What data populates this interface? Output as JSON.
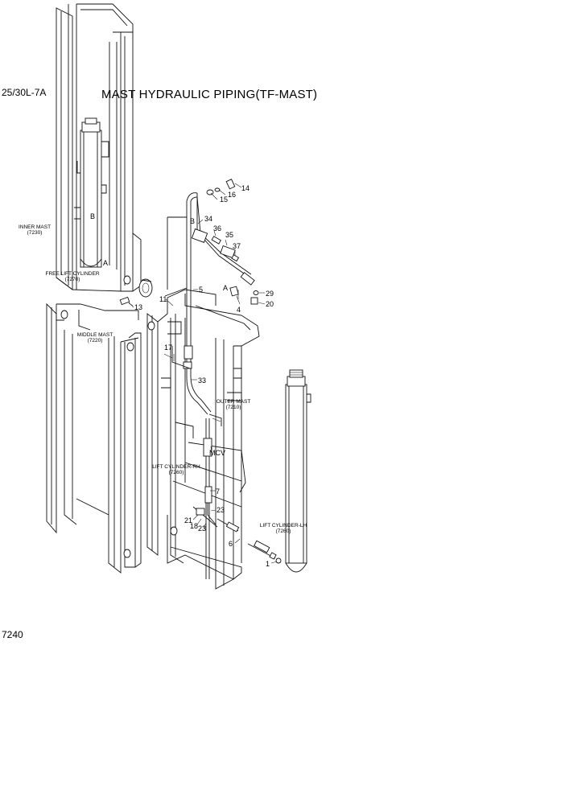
{
  "header": {
    "model": "25/30L-7A",
    "title": "MAST HYDRAULIC PIPING(TF-MAST)"
  },
  "footer": {
    "code": "7240"
  },
  "part_numbers": {
    "p14": "14",
    "p16": "16",
    "p15": "15",
    "p34": "34",
    "p36": "36",
    "p35": "35",
    "p37": "37",
    "p29": "29",
    "p20": "20",
    "p4": "4",
    "p5": "5",
    "p11": "11",
    "p13": "13",
    "p17": "17",
    "p33": "33",
    "p7": "7",
    "p23a": "23",
    "p21": "21",
    "p18": "18",
    "p23b": "23",
    "p6": "6",
    "p1": "1"
  },
  "refs": {
    "a1": "A",
    "b1": "B",
    "a2": "A",
    "b2": "B",
    "mcv": "MCV"
  },
  "captions": {
    "inner_mast": {
      "name": "INNER MAST",
      "code": "(7230)"
    },
    "free_lift_cylinder": {
      "name": "FREE LIFT CYLINDER",
      "code": "(7270)"
    },
    "middle_mast": {
      "name": "MIDDLE MAST",
      "code": "(7220)"
    },
    "outer_mast": {
      "name": "OUTER MAST",
      "code": "(7210)"
    },
    "lift_cylinder_rh": {
      "name": "LIFT CYLINDER-RH",
      "code": "(7260)"
    },
    "lift_cylinder_lh": {
      "name": "LIFT CYLINDER-LH",
      "code": "(7260)"
    }
  }
}
